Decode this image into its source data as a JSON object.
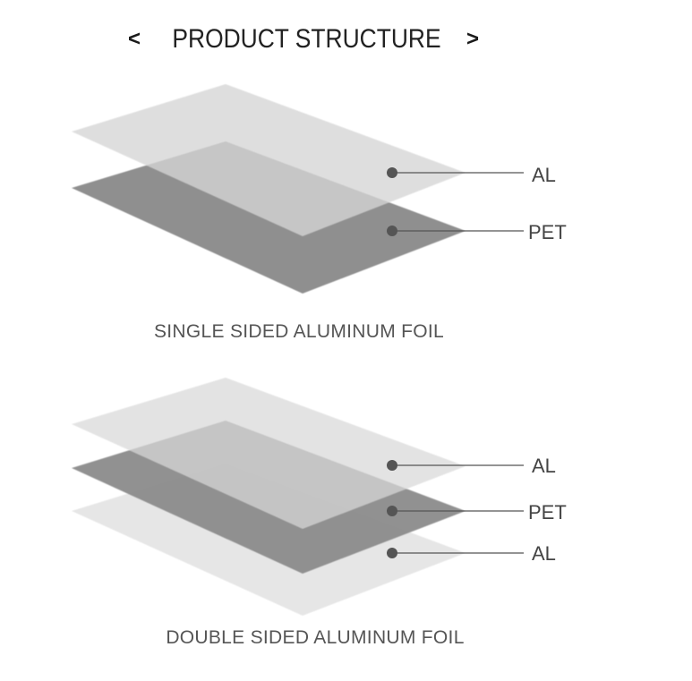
{
  "header": {
    "title": "PRODUCT STRUCTURE",
    "prev_icon": "<",
    "next_icon": ">"
  },
  "single": {
    "caption": "SINGLE SIDED ALUMINUM FOIL",
    "layers": [
      {
        "label": "AL",
        "color": "#d6d6d6"
      },
      {
        "label": "PET",
        "color": "#8f8f8f"
      }
    ]
  },
  "double": {
    "caption": "DOUBLE SIDED ALUMINUM FOIL",
    "layers": [
      {
        "label": "AL",
        "color": "#d9d9d9"
      },
      {
        "label": "PET",
        "color": "#8c8c8c"
      },
      {
        "label": "AL",
        "color": "#e6e6e6"
      }
    ]
  },
  "colors": {
    "leader_line": "#555555",
    "leader_dot": "#555555"
  }
}
